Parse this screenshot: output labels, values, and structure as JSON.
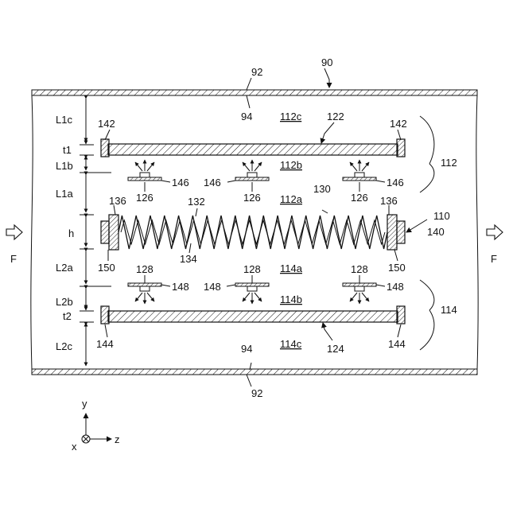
{
  "figure": {
    "refs": {
      "r90": "90",
      "r92_top": "92",
      "r94_top": "94",
      "r92_bottom": "92",
      "r94_bottom": "94",
      "r112c": "112c",
      "r122": "122",
      "r142_left": "142",
      "r142_right": "142",
      "r112": "112",
      "r112b": "112b",
      "r146_a": "146",
      "r146_b": "146",
      "r146_c": "146",
      "r126_a": "126",
      "r126_b": "126",
      "r126_c": "126",
      "r112a": "112a",
      "r130": "130",
      "r132": "132",
      "r136_left": "136",
      "r136_right": "136",
      "r110": "110",
      "r140": "140",
      "r150_left": "150",
      "r150_right": "150",
      "r134": "134",
      "r114a": "114a",
      "r128_a": "128",
      "r128_b": "128",
      "r128_c": "128",
      "r148_a": "148",
      "r148_b": "148",
      "r148_c": "148",
      "r114b": "114b",
      "r114": "114",
      "r144_left": "144",
      "r144_right": "144",
      "r114c": "114c",
      "r124": "124"
    },
    "dims": {
      "L1c": "L1c",
      "t1": "t1",
      "L1b": "L1b",
      "L1a": "L1a",
      "h": "h",
      "L2a": "L2a",
      "L2b": "L2b",
      "t2": "t2",
      "L2c": "L2c"
    },
    "flow": {
      "left": "F",
      "right": "F"
    },
    "axes": {
      "y": "y",
      "x": "x",
      "z": "z"
    }
  }
}
